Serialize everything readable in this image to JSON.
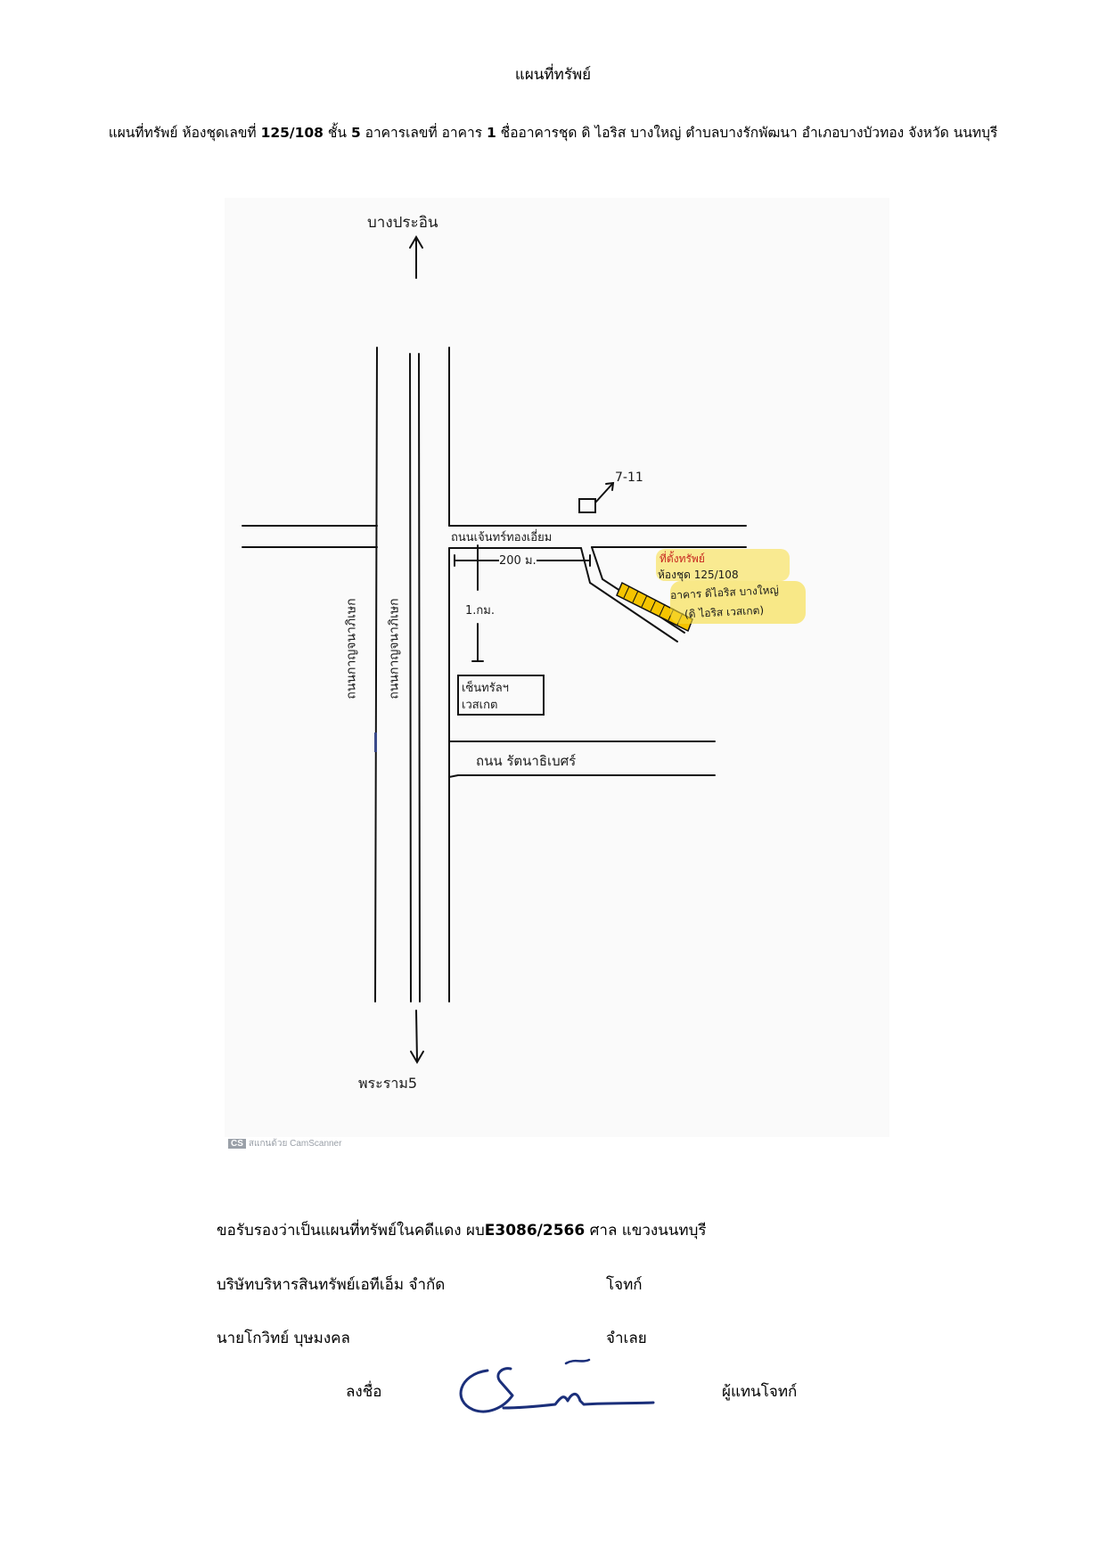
{
  "title": "แผนที่ทรัพย์",
  "subtitle": {
    "part1": "แผนที่ทรัพย์ ห้องชุดเลขที่ ",
    "unit_no": "125/108",
    "part2": " ชั้น ",
    "floor": "5",
    "part3": " อาคารเลขที่ อาคาร ",
    "building": "1",
    "part4": "  ชื่ออาคารชุด ดิ ไอริส บางใหญ่ ตำบลบางรักพัฒนา อำเภอบางบัวทอง จังหวัด นนทบุรี"
  },
  "map": {
    "north_label": "บางประอิน",
    "south_label": "พระราม5",
    "road_top": "ถนนเจ้นทร์ทองเอี่ยม",
    "road_bottom": "ถนน รัตนาธิเบศร์",
    "road_vertical_left": "ถนนกาญจนาภิเษก",
    "road_vertical_right": "ถนนกาญจนาภิเษก",
    "distance_horizontal": "200 ม.",
    "distance_vertical": "1.กม.",
    "landmark_line1": "เซ็นทรัลฯ",
    "landmark_line2": "เวสเกต",
    "seven_eleven": "7-11",
    "property_line1": "ที่ตั้งทรัพย์",
    "property_line2": "ห้องชุด 125/108",
    "property_line3": "อาคาร ดิไอริส บางใหญ่",
    "property_line4": "(ดิ ไอริส เวสเกต)",
    "highlight_color": "#f5d000",
    "scanner_logo": "CS",
    "scanner_text": "สแกนด้วย CamScanner"
  },
  "certify": {
    "line1": "ขอรับรองว่าเป็นแผนที่ทรัพย์ในคดีแดง  ผบ",
    "case_no": "E3086/2566",
    "court": "   ศาล  แขวงนนทบุรี",
    "company": "บริษัทบริหารสินทรัพย์เอทีเอ็ม จำกัด",
    "plaintiff": "โจทก์",
    "defendant_name": " นายโกวิทย์ บุษมงคล",
    "defendant": "จำเลย",
    "signed": "ลงชื่อ",
    "representative": "ผู้แทนโจทก์"
  }
}
